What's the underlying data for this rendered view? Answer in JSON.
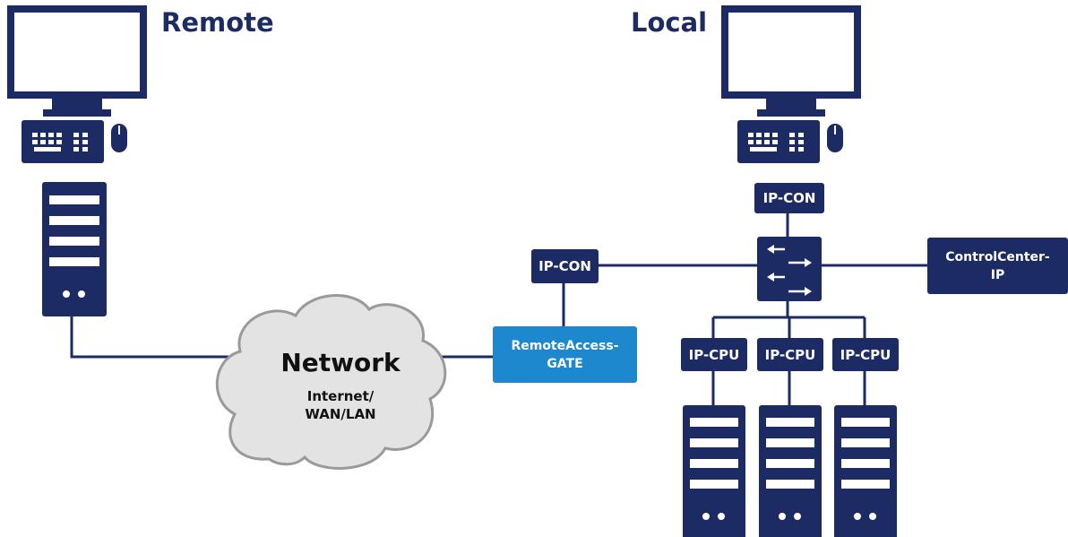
{
  "labels": {
    "remote": "Remote",
    "local": "Local"
  },
  "network": {
    "title": "Network",
    "subtitle_line1": "Internet/",
    "subtitle_line2": "WAN/LAN"
  },
  "devices": {
    "ip_con_top": "IP-CON",
    "ip_con_left": "IP-CON",
    "gate_line1": "RemoteAccess-",
    "gate_line2": "GATE",
    "control_line1": "ControlCenter-",
    "control_line2": "IP",
    "cpus": [
      "IP-CPU",
      "IP-CPU",
      "IP-CPU"
    ]
  },
  "colors": {
    "navy": "#1c2b63",
    "gate_blue": "#1e88cf",
    "cloud_fill": "#e3e3e3",
    "cloud_stroke": "#9a9a9a"
  }
}
